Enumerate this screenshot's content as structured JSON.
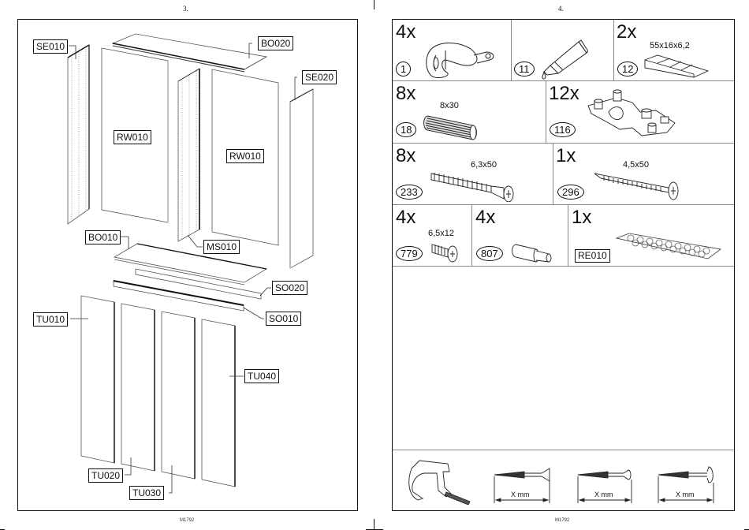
{
  "left_page": {
    "page_number": "3.",
    "footer_code": "M1792",
    "part_labels": {
      "se010": "SE010",
      "bo020": "BO020",
      "se020": "SE020",
      "rw010_left": "RW010",
      "rw010_right": "RW010",
      "bo010": "BO010",
      "ms010": "MS010",
      "so020": "SO020",
      "tu010": "TU010",
      "so010": "SO010",
      "tu040": "TU040",
      "tu020": "TU020",
      "tu030": "TU030"
    }
  },
  "right_page": {
    "page_number": "4.",
    "footer_code": "M1792",
    "hardware": [
      {
        "qty": "4x",
        "id": "1",
        "dimension": "",
        "icon": "cam-lock-icon"
      },
      {
        "qty": "",
        "id": "11",
        "dimension": "",
        "icon": "glue-tube-icon"
      },
      {
        "qty": "2x",
        "id": "12",
        "dimension": "55x16x6,2",
        "icon": "wedge-shim-icon"
      },
      {
        "qty": "8x",
        "id": "18",
        "dimension": "8x30",
        "icon": "wooden-dowel-icon"
      },
      {
        "qty": "12x",
        "id": "116",
        "dimension": "",
        "icon": "hinge-icon"
      },
      {
        "qty": "8x",
        "id": "233",
        "dimension": "6,3x50",
        "icon": "confirmat-screw-icon"
      },
      {
        "qty": "1x",
        "id": "296",
        "dimension": "4,5x50",
        "icon": "wood-screw-icon"
      },
      {
        "qty": "4x",
        "id": "779",
        "dimension": "6,5x12",
        "icon": "short-screw-icon"
      },
      {
        "qty": "4x",
        "id": "807",
        "dimension": "",
        "icon": "shelf-pin-icon"
      },
      {
        "qty": "1x",
        "id": "RE010",
        "dimension": "",
        "icon": "felt-pad-sheet-icon"
      }
    ],
    "screw_legend": {
      "measure_labels": [
        "X mm",
        "X mm",
        "X mm"
      ],
      "icons": [
        "screw-gauge-icon",
        "countersunk-screw-icon",
        "raised-head-screw-icon",
        "pan-head-screw-icon"
      ]
    }
  }
}
